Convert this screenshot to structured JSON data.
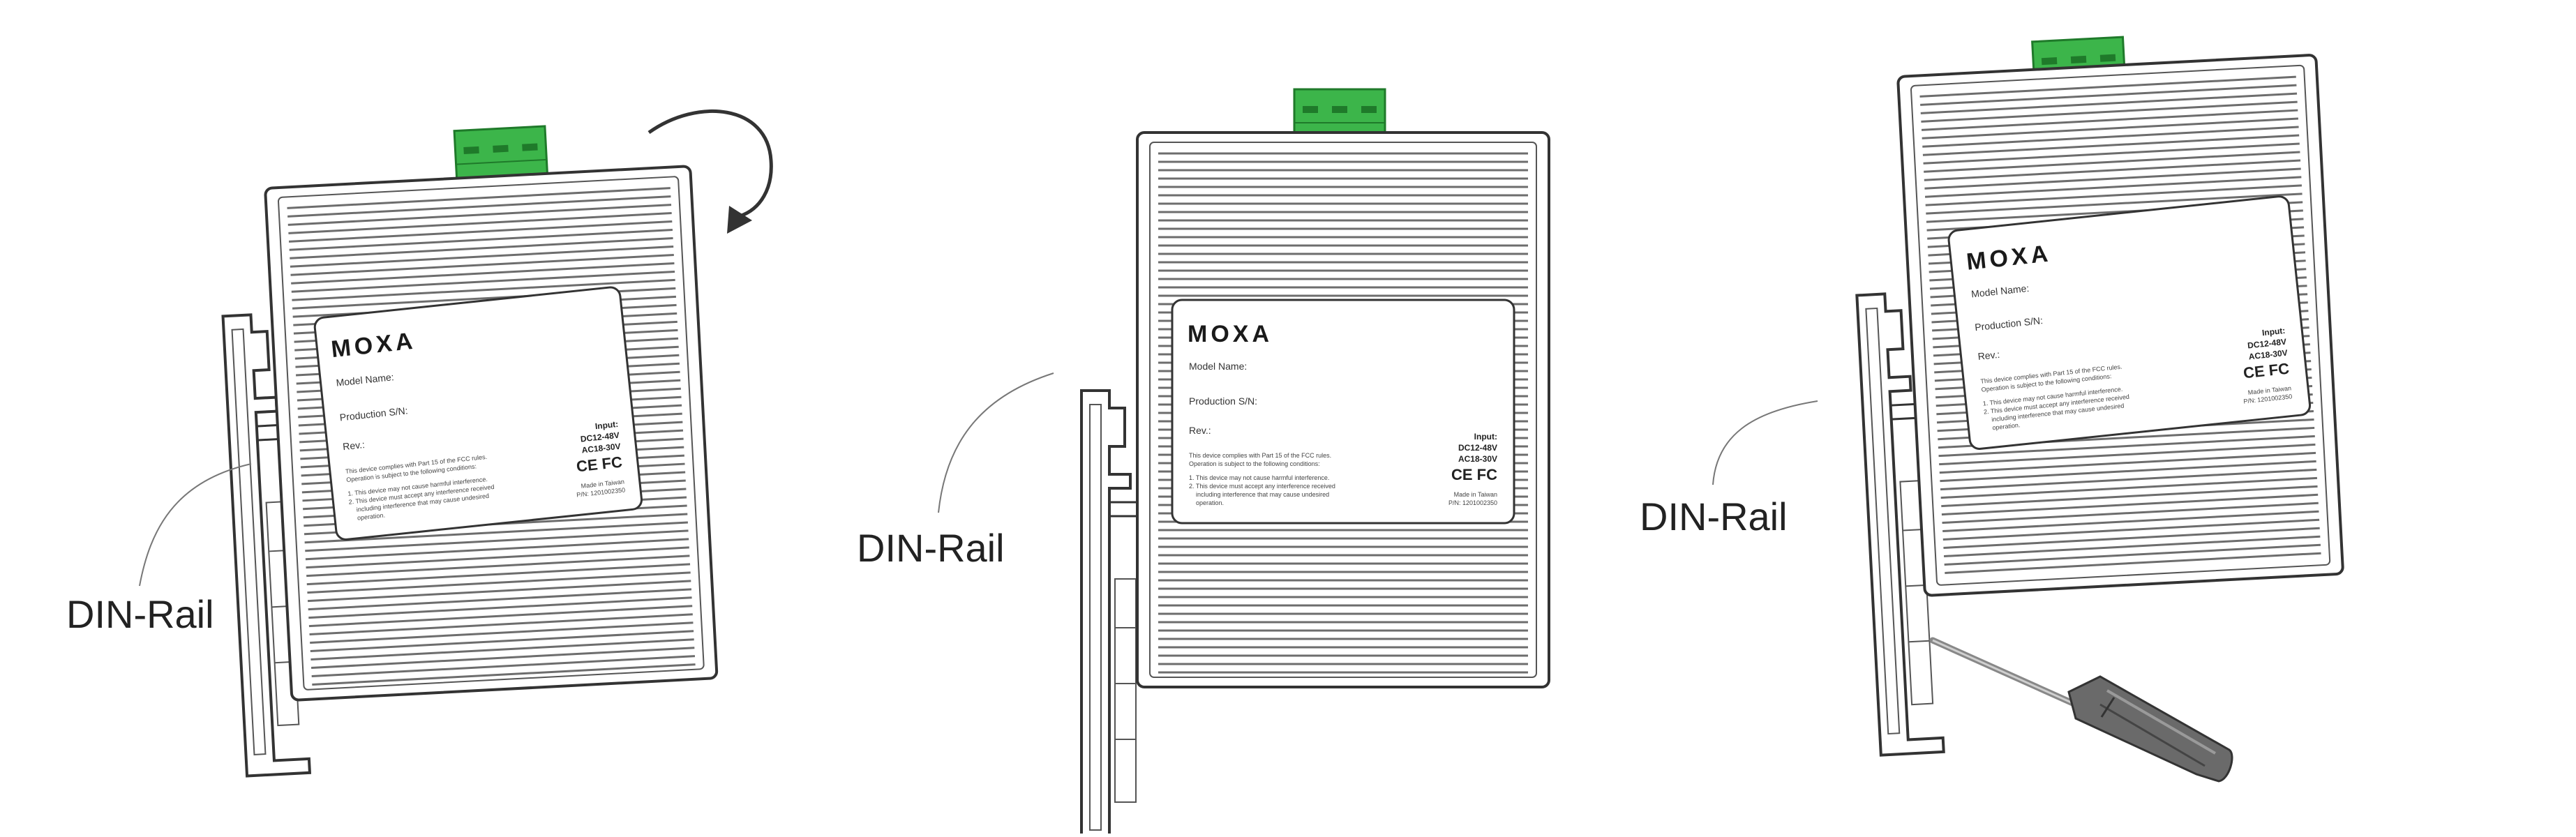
{
  "callout_label": "DIN-Rail",
  "colors": {
    "terminal_block": "#3cb54a",
    "terminal_dark": "#1f7a2a",
    "line": "#333333",
    "fin": "#6d6d6d",
    "screwdriver_handle": "#6a6a6a"
  },
  "icons": [
    "rotation-arrow-icon",
    "screwdriver-icon"
  ],
  "label": {
    "brand": "MOXA",
    "model_name": "Model Name:",
    "production_sn": "Production S/N:",
    "rev": "Rev.:",
    "fcc_line1": "This device complies with Part 15 of the FCC rules.",
    "fcc_line2": "Operation is subject to the following conditions:",
    "cond1": "1. This device may not cause harmful interference.",
    "cond2a": "2. This device must accept any interference received",
    "cond2b": "including interference that may cause undesired",
    "cond2c": "operation.",
    "input_title": "Input:",
    "input_dc": "DC12-48V",
    "input_ac": "AC18-30V",
    "marks": "CE FC",
    "made_in": "Made in Taiwan",
    "pn": "P/N: 1201002350"
  }
}
